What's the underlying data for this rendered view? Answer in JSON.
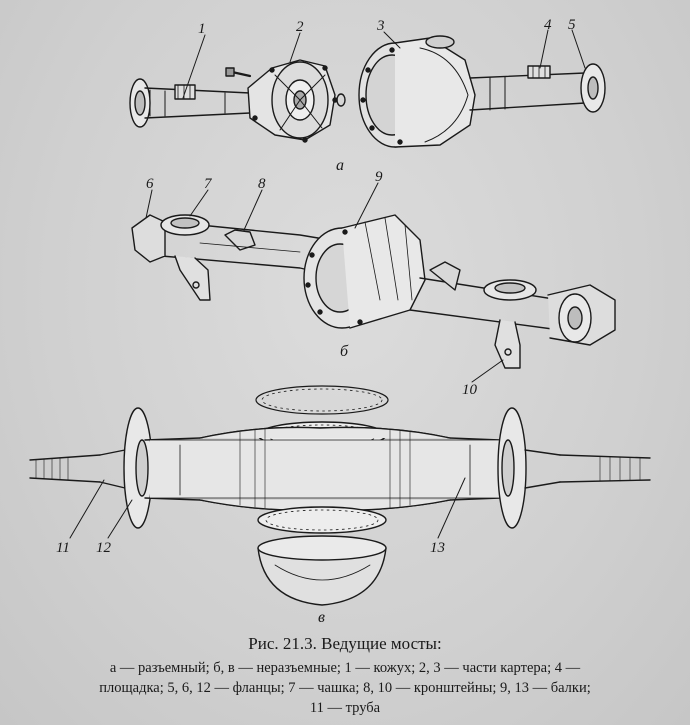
{
  "figure": {
    "part_labels_a": [
      "1",
      "2",
      "3",
      "4",
      "5"
    ],
    "part_labels_b": [
      "6",
      "7",
      "8",
      "9",
      "10"
    ],
    "part_labels_c": [
      "11",
      "12",
      "13"
    ],
    "sub_labels": {
      "a": "а",
      "b": "б",
      "c": "в"
    }
  },
  "caption": {
    "title": "Рис. 21.3. Ведущие мосты:",
    "legend_line1": "а — разъемный; б, в — неразъемные; 1 — кожух; 2, 3 — части картера; 4 —",
    "legend_line2": "площадка; 5, 6, 12 — фланцы; 7 — чашка; 8, 10 — кронштейны; 9, 13 — балки;",
    "legend_line3": "11 — труба"
  }
}
